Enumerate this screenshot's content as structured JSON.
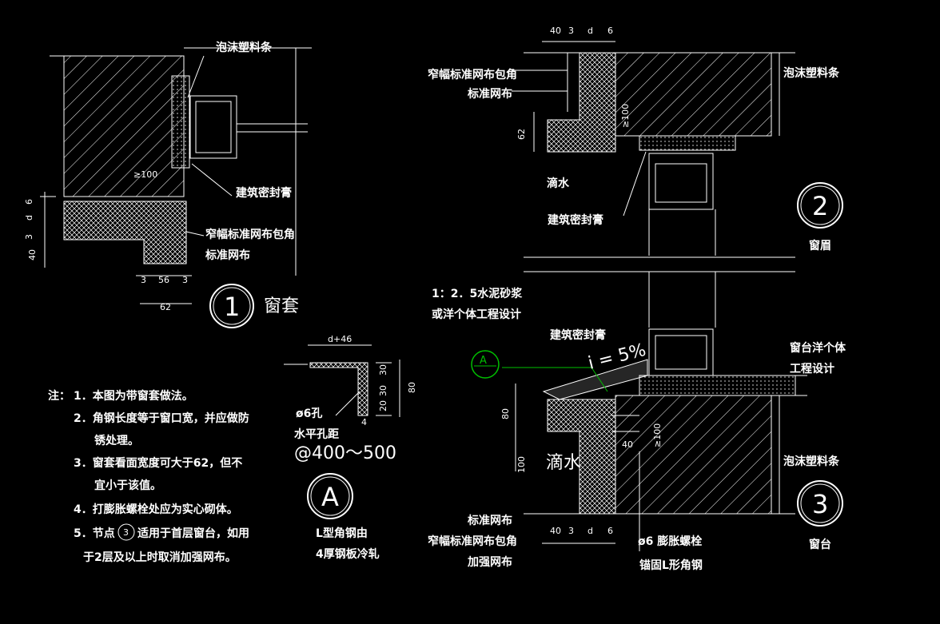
{
  "drawing": {
    "detail1": {
      "number": "1",
      "title": "窗套",
      "labels": {
        "foam_strip": "泡沫塑料条",
        "min100": "≥100",
        "sealant": "建筑密封膏",
        "narrow_mesh": "窄幅标准网布包角",
        "std_mesh": "标准网布"
      },
      "dims_vertical": [
        "6",
        "d",
        "3",
        "40"
      ],
      "dims_bottom": [
        "3",
        "56",
        "3"
      ],
      "dim_total": "62"
    },
    "detail2": {
      "number": "2",
      "title": "窗眉",
      "labels": {
        "narrow_mesh": "窄幅标准网布包角",
        "std_mesh": "标准网布",
        "foam_strip": "泡沫塑料条",
        "drip": "滴水",
        "sealant": "建筑密封膏",
        "dim62": "62",
        "min100": "≥100"
      },
      "dims_top": [
        "40",
        "3",
        "d",
        "6"
      ]
    },
    "detail3": {
      "number": "3",
      "title": "窗台",
      "labels": {
        "mortar_line1": "1：2．5水泥砂浆",
        "mortar_line2": "或洋个体工程设计",
        "sealant": "建筑密封膏",
        "slope": "i = 5%",
        "sill_line1": "窗台洋个体",
        "sill_line2": "工程设计",
        "foam_strip": "泡沫塑料条",
        "drip": "滴水",
        "std_mesh": "标准网布",
        "narrow_mesh": "窄幅标准网布包角",
        "reinforce_mesh": "加强网布",
        "bolt": "ø6 膨胀螺栓",
        "angle": "锚固L形角钢",
        "dim80": "80",
        "dim100": "100",
        "dim40": "40",
        "min100": "≥100",
        "callout": "A"
      },
      "dims_bottom": [
        "40",
        "3",
        "d",
        "6"
      ]
    },
    "detailA": {
      "letter": "A",
      "caption1": "L型角钢由",
      "caption2": "4厚钢板冷轧",
      "dim_top": "d+46",
      "dims_right": [
        "30",
        "30",
        "20"
      ],
      "dim_total": "80",
      "hole": "ø6孔",
      "thickness": "4",
      "spacing_label": "水平孔距",
      "spacing": "@400～500"
    },
    "notes": {
      "prefix": "注：",
      "items": [
        "1．本图为带窗套做法。",
        "2．角钢长度等于窗口宽，并应做防",
        "锈处理。",
        "3．窗套看面宽度可大于62，但不",
        "宜小于该值。",
        "4．打膨胀螺栓处应为实心砌体。",
        "5．节点",
        "适用于首层窗台，如用",
        "于2层及以上时取消加强网布。"
      ],
      "node_ref": "3"
    }
  },
  "colors": {
    "background": "#000000",
    "line": "#ffffff",
    "callout": "#00c000"
  }
}
